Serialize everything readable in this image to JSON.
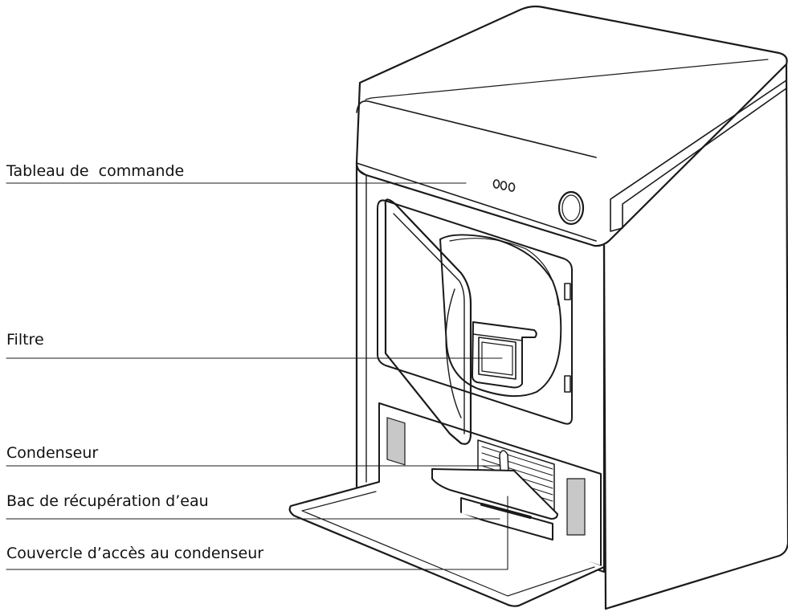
{
  "labels": {
    "control_panel": "Tableau de  commande",
    "filter": "Filtre",
    "condenser": "Condenseur",
    "water_tray": "Bac de récupération d’eau",
    "condenser_cover": "Couvercle d’accès au condenseur"
  },
  "colors": {
    "line": "#1a1a1a",
    "panel_gray": "#c8c8c8",
    "background": "#ffffff"
  }
}
